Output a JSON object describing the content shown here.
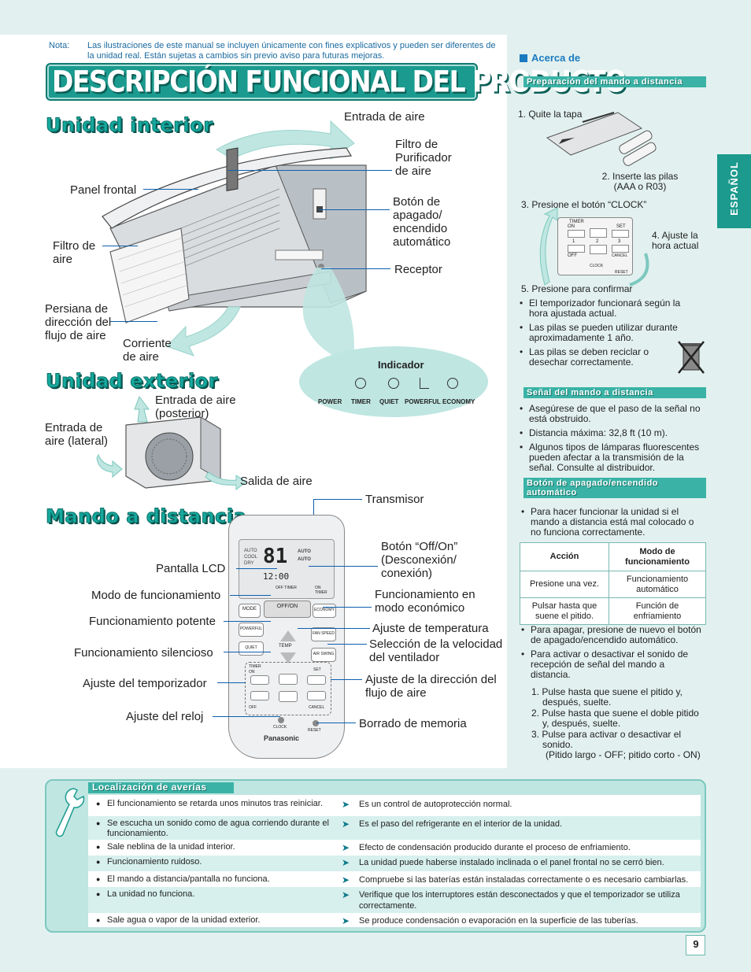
{
  "note": {
    "label": "Nota:",
    "text": "Las ilustraciones de este manual se incluyen únicamente con fines explicativos y pueden ser diferentes de la unidad real. Están sujetas a cambios sin previo aviso para futuras mejoras."
  },
  "title": "DESCRIPCIÓN FUNCIONAL DEL PRODUCTO",
  "indoor": {
    "heading": "Unidad interior",
    "labels": {
      "air_inlet": "Entrada de aire",
      "purifier_filter": "Filtro de Purificador de aire",
      "front_panel": "Panel frontal",
      "auto_button": "Botón de apagado/ encendido automático",
      "air_filter": "Filtro de aire",
      "receiver": "Receptor",
      "louver": "Persiana de dirección del flujo de aire",
      "air_stream": "Corriente de aire"
    },
    "indicator": {
      "title": "Indicador",
      "items": [
        "POWER",
        "TIMER",
        "QUIET",
        "POWERFUL",
        "ECONOMY"
      ]
    }
  },
  "outdoor": {
    "heading": "Unidad exterior",
    "labels": {
      "air_inlet_rear": "Entrada de aire (posterior)",
      "air_inlet_side": "Entrada de aire (lateral)",
      "air_outlet": "Salida de aire"
    }
  },
  "remote": {
    "heading": "Mando a distancia",
    "labels": {
      "transmitter": "Transmisor",
      "lcd": "Pantalla LCD",
      "off_on": "Botón “Off/On” (Desconexión/ conexión)",
      "mode": "Modo de funcionamiento",
      "economy": "Funcionamiento en modo económico",
      "powerful": "Funcionamiento potente",
      "temp": "Ajuste de temperatura",
      "quiet": "Funcionamiento silencioso",
      "fan_speed": "Selección de la velocidad del ventilador",
      "timer": "Ajuste del temporizador",
      "air_swing": "Ajuste de la dirección del flujo de aire",
      "clock": "Ajuste del reloj",
      "reset": "Borrado de memoria"
    },
    "face": {
      "lcd_digits": "81",
      "lcd_modes_left": [
        "AUTO",
        "COOL",
        "DRY"
      ],
      "lcd_modes_right": [
        "AUTO",
        "AUTO"
      ],
      "lcd_time": "12:00",
      "timer_off": "OFF TIMER",
      "timer_on": "ON TIMER",
      "btn_mode": "MODE",
      "btn_offon": "OFF/ON",
      "btn_economy": "ECONOMY",
      "btn_powerful": "POWERFUL",
      "btn_quiet": "QUIET",
      "btn_fan": "FAN SPEED",
      "btn_swing": "AIR SWING",
      "btn_temp": "TEMP",
      "timer_label": "TIMER",
      "timer_on_short": "ON",
      "timer_off_short": "OFF",
      "set": "SET",
      "cancel": "CANCEL",
      "clock": "CLOCK",
      "reset": "RESET",
      "brand": "Panasonic",
      "num1": "1",
      "num2": "2",
      "num3": "3"
    }
  },
  "lang_tab": "ESPAÑOL",
  "about": {
    "title": "Acerca de",
    "prep": {
      "heading": "Preparación del mando a distancia",
      "step1": "1. Quite la tapa",
      "step2": "2. Inserte las pilas (AAA o R03)",
      "step3": "3. Presione el botón “CLOCK”",
      "step4": "4. Ajuste la hora actual",
      "step5": "5. Presione para confirmar",
      "bullets": [
        "El temporizador funcionará según la hora ajustada actual.",
        "Las pilas se pueden utilizar durante aproximadamente 1 año.",
        "Las pilas se deben reciclar o desechar correctamente."
      ],
      "mini": {
        "timer": "TIMER",
        "on": "ON",
        "off": "OFF",
        "set": "SET",
        "cancel": "CANCEL",
        "clock": "CLOCK",
        "reset": "RESET",
        "n1": "1",
        "n2": "2",
        "n3": "3"
      }
    },
    "signal": {
      "heading": "Señal del mando a distancia",
      "bullets": [
        "Asegúrese de que el paso de la señal no está obstruido.",
        "Distancia máxima: 32,8 ft (10 m).",
        "Algunos tipos de lámparas fluorescentes pueden afectar a la transmisión de la señal. Consulte al distribuidor."
      ]
    },
    "auto_button": {
      "heading": "Botón de apagado/encendido automático",
      "bullet": "Para hacer funcionar la unidad si el mando a distancia está mal colocado o no funciona correctamente.",
      "table": {
        "headers": [
          "Acción",
          "Modo de funcionamiento"
        ],
        "rows": [
          [
            "Presione una vez.",
            "Funcionamiento automático"
          ],
          [
            "Pulsar hasta que suene el pitido.",
            "Función de enfriamiento"
          ]
        ]
      },
      "bullets_after": [
        "Para apagar, presione de nuevo el botón de apagado/encendido automático.",
        "Para activar o desactivar el sonido de recepción de señal del mando a distancia."
      ],
      "steps": [
        "1. Pulse hasta que suene el pitido y, después, suelte.",
        "2. Pulse hasta que suene el doble pitido y, después, suelte.",
        "3. Pulse para activar o desactivar el sonido."
      ],
      "step_note": "(Pitido largo - OFF; pitido corto - ON)"
    }
  },
  "troubleshooting": {
    "title": "Localización de averías",
    "rows": [
      {
        "q": "El funcionamiento se retarda unos minutos tras reiniciar.",
        "a": "Es un control de autoprotección normal."
      },
      {
        "q": "Se escucha un sonido como de agua corriendo durante el funcionamiento.",
        "a": "Es el paso del refrigerante en el interior de la unidad."
      },
      {
        "q": "Sale neblina de la unidad interior.",
        "a": "Efecto de condensación producido durante el proceso de enfriamiento."
      },
      {
        "q": "Funcionamiento ruidoso.",
        "a": "La unidad puede haberse instalado inclinada o el panel frontal no se cerró bien."
      },
      {
        "q": "El mando a distancia/pantalla no funciona.",
        "a": "Compruebe si las baterías están instaladas correctamente o es necesario cambiarlas."
      },
      {
        "q": "La unidad no funciona.",
        "a": "Verifique que los interruptores están desconectados y que el temporizador se utiliza correctamente."
      },
      {
        "q": "Sale agua o vapor de la unidad exterior.",
        "a": "Se produce condensación o evaporación en la superficie de las tuberías."
      }
    ]
  },
  "page_number": "9",
  "colors": {
    "teal": "#1b9b8f",
    "bar": "#3ab3a6",
    "link_blue": "#1a6aa0",
    "background": "#e2f1ef"
  }
}
